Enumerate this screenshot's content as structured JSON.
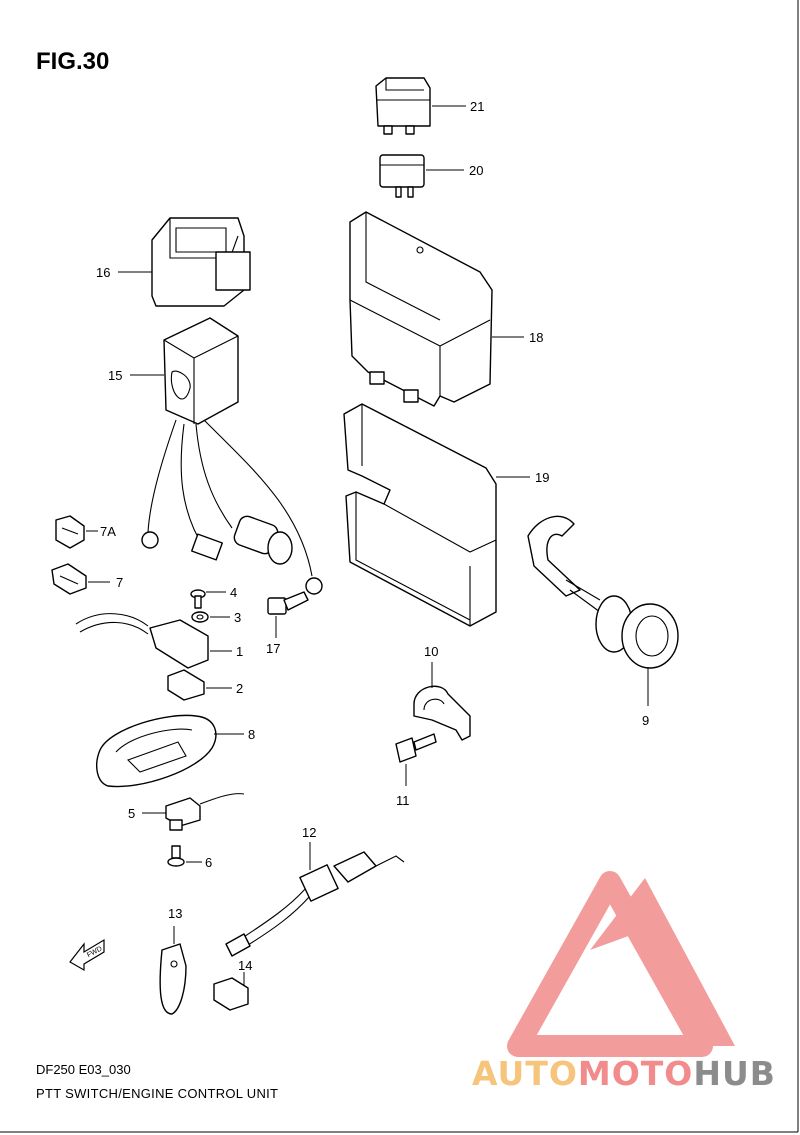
{
  "figure": {
    "title": "FIG.30"
  },
  "footer": {
    "code": "DF250 E03_030",
    "caption": "PTT SWITCH/ENGINE CONTROL UNIT"
  },
  "watermark": {
    "part1": "AUTO",
    "part2": "MOTO",
    "part3": "HUB",
    "colors": {
      "auto": "#f6c47a",
      "moto": "#f28b8b",
      "hub": "#8c8c8c"
    }
  },
  "fwd_arrow": "FWD",
  "callouts": {
    "p1": "1",
    "p2": "2",
    "p3": "3",
    "p4": "4",
    "p5": "5",
    "p6": "6",
    "p7": "7",
    "p7a": "7A",
    "p8": "8",
    "p9": "9",
    "p10": "10",
    "p11": "11",
    "p12": "12",
    "p13": "13",
    "p14": "14",
    "p15": "15",
    "p16": "16",
    "p17": "17",
    "p18": "18",
    "p19": "19",
    "p20": "20",
    "p21": "21"
  }
}
